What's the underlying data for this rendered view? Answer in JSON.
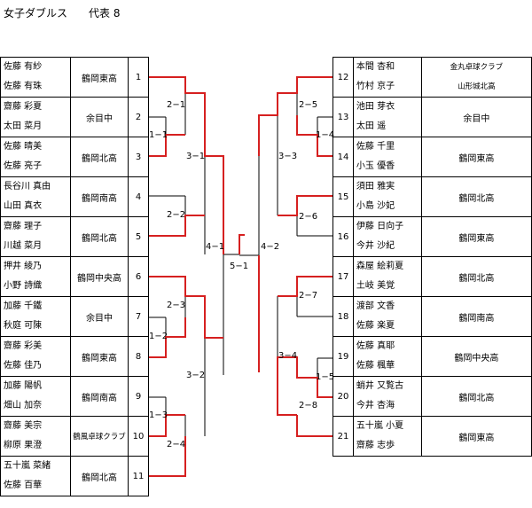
{
  "header": {
    "event": "女子ダブルス",
    "rep": "代表 8"
  },
  "left": [
    {
      "num": "1",
      "p1": "佐藤 有紗",
      "p2": "佐藤 有珠",
      "school": "鶴岡東高"
    },
    {
      "num": "2",
      "p1": "齋藤 彩夏",
      "p2": "太田 菜月",
      "school": "余目中"
    },
    {
      "num": "3",
      "p1": "佐藤 晴美",
      "p2": "佐藤 亮子",
      "school": "鶴岡北高"
    },
    {
      "num": "4",
      "p1": "長谷川 真由",
      "p2": "山田 真衣",
      "school": "鶴岡南高"
    },
    {
      "num": "5",
      "p1": "齋藤 理子",
      "p2": "川越 菜月",
      "school": "鶴岡北高"
    },
    {
      "num": "6",
      "p1": "押井 綾乃",
      "p2": "小野 詩織",
      "school": "鶴岡中央高"
    },
    {
      "num": "7",
      "p1": "加藤 千鐵",
      "p2": "秋庭 可陳",
      "school": "余目中"
    },
    {
      "num": "8",
      "p1": "齋藤 彩美",
      "p2": "佐藤 佳乃",
      "school": "鶴岡東高"
    },
    {
      "num": "9",
      "p1": "加藤 陽帆",
      "p2": "畑山 加奈",
      "school": "鶴岡南高"
    },
    {
      "num": "10",
      "p1": "齋藤 美宗",
      "p2": "柳原 果澄",
      "school": "鶴風卓球クラブ"
    },
    {
      "num": "11",
      "p1": "五十嵐 菜緒",
      "p2": "佐藤 百華",
      "school": "鶴岡北高"
    }
  ],
  "right": [
    {
      "num": "12",
      "p1": "本間 杏和",
      "p2": "竹村 京子",
      "school1": "金丸卓球クラブ",
      "school2": "山形城北高"
    },
    {
      "num": "13",
      "p1": "池田 芽衣",
      "p2": "太田 遥",
      "school": "余目中"
    },
    {
      "num": "14",
      "p1": "佐藤 千里",
      "p2": "小玉 優香",
      "school": "鶴岡東高"
    },
    {
      "num": "15",
      "p1": "須田 雅実",
      "p2": "小島 沙妃",
      "school": "鶴岡北高"
    },
    {
      "num": "16",
      "p1": "伊藤 日向子",
      "p2": "今井 沙紀",
      "school": "鶴岡東高"
    },
    {
      "num": "17",
      "p1": "森屋 絵莉夏",
      "p2": "土岐 美覚",
      "school": "鶴岡北高"
    },
    {
      "num": "18",
      "p1": "渡部 文香",
      "p2": "佐藤 楽夏",
      "school": "鶴岡南高"
    },
    {
      "num": "19",
      "p1": "佐藤 真耶",
      "p2": "佐藤 楓華",
      "school": "鶴岡中央高"
    },
    {
      "num": "20",
      "p1": "蛸井 又覧古",
      "p2": "今井 杏海",
      "school": "鶴岡北高"
    },
    {
      "num": "21",
      "p1": "五十嵐 小夏",
      "p2": "齋藤 志歩",
      "school": "鶴岡東高"
    }
  ],
  "matches": {
    "m1": "2−1",
    "m2": "1−1",
    "m3": "3−1",
    "m4": "2−2",
    "m5": "4−1",
    "m6": "2−3",
    "m7": "1−2",
    "m8": "3−2",
    "m9": "1−3",
    "m10": "2−4",
    "m11": "5−1",
    "m12": "2−5",
    "m13": "1−4",
    "m14": "3−3",
    "m15": "2−6",
    "m16": "4−2",
    "m17": "2−7",
    "m18": "3−4",
    "m19": "1−5",
    "m20": "2−8"
  },
  "colors": {
    "winner_line": "#d62020",
    "line": "#000000"
  }
}
